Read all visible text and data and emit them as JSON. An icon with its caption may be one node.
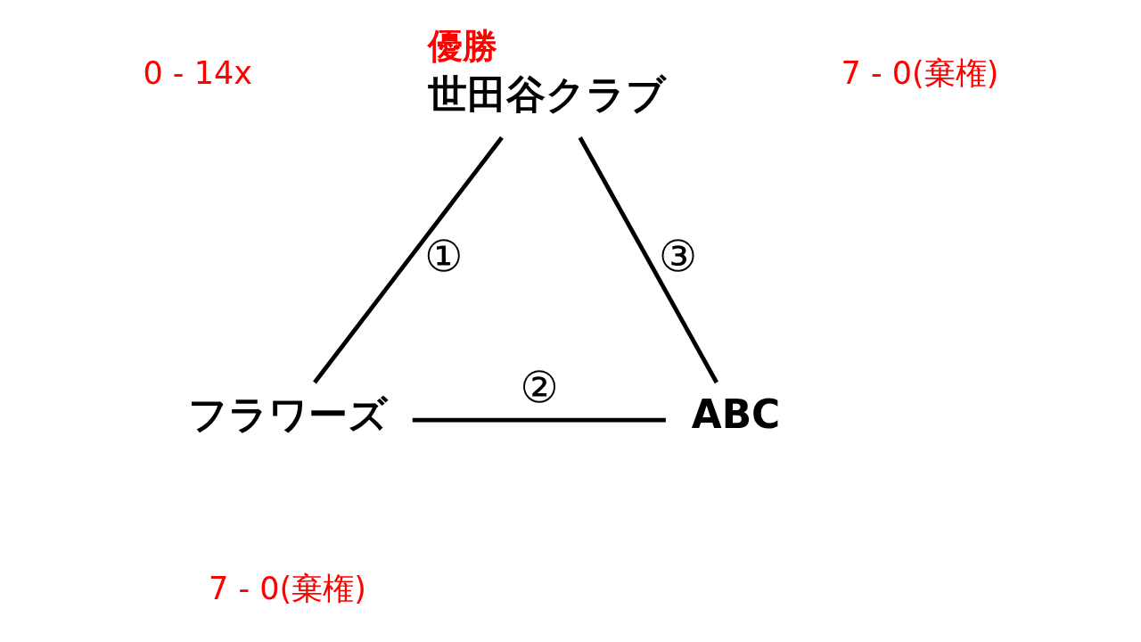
{
  "diagram": {
    "nodes": [
      {
        "text": [
          "世田谷クラブ"
        ],
        "beside": [
          "優勝"
        ]
      },
      {
        "text": [
          "フラワーズ"
        ]
      },
      {
        "text": [
          "ABC"
        ]
      }
    ],
    "edges": [
      {
        "from": 0,
        "to": 1,
        "arrow": "none",
        "label": "①"
      },
      {
        "from": 1,
        "to": 2,
        "arrow": "none",
        "label": "②"
      },
      {
        "from": 0,
        "to": 2,
        "arrow": "none",
        "label": "③"
      }
    ],
    "labels": [
      "0 - 14x",
      "7 - 0(棄権)",
      "7 - 0(棄権)"
    ]
  }
}
